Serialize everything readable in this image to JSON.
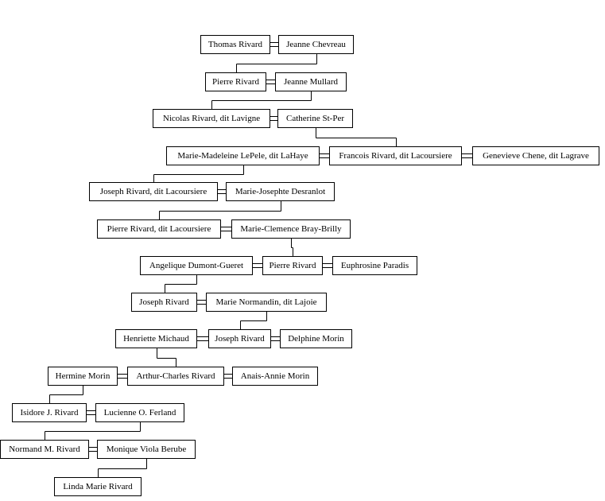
{
  "people": [
    {
      "id": "thomas-rivard",
      "name": "Thomas Rivard"
    },
    {
      "id": "jeanne-chevreau",
      "name": "Jeanne Chevreau"
    },
    {
      "id": "pierre-rivard-1",
      "name": "Pierre Rivard"
    },
    {
      "id": "jeanne-mullard",
      "name": "Jeanne Mullard"
    },
    {
      "id": "nicolas-rivard",
      "name": "Nicolas Rivard, dit Lavigne"
    },
    {
      "id": "catherine-st-per",
      "name": "Catherine St-Per"
    },
    {
      "id": "marie-madeleine-lepele",
      "name": "Marie-Madeleine LePele, dit LaHaye"
    },
    {
      "id": "francois-rivard",
      "name": "Francois Rivard, dit Lacoursiere"
    },
    {
      "id": "genevieve-chene",
      "name": "Genevieve Chene, dit Lagrave"
    },
    {
      "id": "joseph-rivard-1",
      "name": "Joseph Rivard, dit Lacoursiere"
    },
    {
      "id": "marie-josephte-desranlot",
      "name": "Marie-Josephte Desranlot"
    },
    {
      "id": "pierre-rivard-2",
      "name": "Pierre Rivard, dit Lacoursiere"
    },
    {
      "id": "marie-clemence-bray-brilly",
      "name": "Marie-Clemence Bray-Brilly"
    },
    {
      "id": "angelique-dumont-gueret",
      "name": "Angelique Dumont-Gueret"
    },
    {
      "id": "pierre-rivard-3",
      "name": "Pierre Rivard"
    },
    {
      "id": "euphrosine-paradis",
      "name": "Euphrosine Paradis"
    },
    {
      "id": "joseph-rivard-2",
      "name": "Joseph Rivard"
    },
    {
      "id": "marie-normandin",
      "name": "Marie Normandin, dit Lajoie"
    },
    {
      "id": "henriette-michaud",
      "name": "Henriette Michaud"
    },
    {
      "id": "joseph-rivard-3",
      "name": "Joseph Rivard"
    },
    {
      "id": "delphine-morin",
      "name": "Delphine Morin"
    },
    {
      "id": "hermine-morin",
      "name": "Hermine Morin"
    },
    {
      "id": "arthur-charles-rivard",
      "name": "Arthur-Charles Rivard"
    },
    {
      "id": "anais-annie-morin",
      "name": "Anais-Annie Morin"
    },
    {
      "id": "isidore-rivard",
      "name": "Isidore J. Rivard"
    },
    {
      "id": "lucienne-ferland",
      "name": "Lucienne O. Ferland"
    },
    {
      "id": "normand-rivard",
      "name": "Normand M. Rivard"
    },
    {
      "id": "monique-berube",
      "name": "Monique Viola Berube"
    },
    {
      "id": "linda-rivard",
      "name": "Linda Marie Rivard"
    }
  ],
  "marriages": [
    [
      "thomas-rivard",
      "jeanne-chevreau"
    ],
    [
      "pierre-rivard-1",
      "jeanne-mullard"
    ],
    [
      "nicolas-rivard",
      "catherine-st-per"
    ],
    [
      "marie-madeleine-lepele",
      "francois-rivard"
    ],
    [
      "francois-rivard",
      "genevieve-chene"
    ],
    [
      "joseph-rivard-1",
      "marie-josephte-desranlot"
    ],
    [
      "pierre-rivard-2",
      "marie-clemence-bray-brilly"
    ],
    [
      "angelique-dumont-gueret",
      "pierre-rivard-3"
    ],
    [
      "pierre-rivard-3",
      "euphrosine-paradis"
    ],
    [
      "joseph-rivard-2",
      "marie-normandin"
    ],
    [
      "henriette-michaud",
      "joseph-rivard-3"
    ],
    [
      "joseph-rivard-3",
      "delphine-morin"
    ],
    [
      "hermine-morin",
      "arthur-charles-rivard"
    ],
    [
      "arthur-charles-rivard",
      "anais-annie-morin"
    ],
    [
      "isidore-rivard",
      "lucienne-ferland"
    ],
    [
      "normand-rivard",
      "monique-berube"
    ]
  ],
  "descents": [
    {
      "from": "jeanne-chevreau",
      "to": "pierre-rivard-1"
    },
    {
      "from": "jeanne-mullard",
      "to": "nicolas-rivard"
    },
    {
      "from": "catherine-st-per",
      "to": "francois-rivard"
    },
    {
      "from": "marie-madeleine-lepele",
      "to": "joseph-rivard-1"
    },
    {
      "from": "marie-josephte-desranlot",
      "to": "pierre-rivard-2"
    },
    {
      "from": "marie-clemence-bray-brilly",
      "to": "pierre-rivard-3"
    },
    {
      "from": "angelique-dumont-gueret",
      "to": "joseph-rivard-2"
    },
    {
      "from": "marie-normandin",
      "to": "joseph-rivard-3"
    },
    {
      "from": "henriette-michaud",
      "to": "arthur-charles-rivard"
    },
    {
      "from": "hermine-morin",
      "to": "isidore-rivard"
    },
    {
      "from": "lucienne-ferland",
      "to": "normand-rivard"
    },
    {
      "from": "monique-berube",
      "to": "linda-rivard"
    }
  ]
}
